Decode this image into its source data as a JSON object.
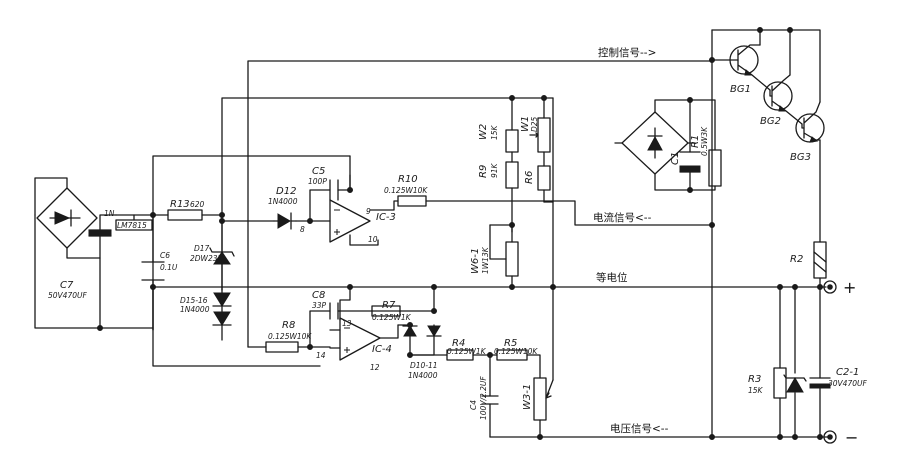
{
  "signals": {
    "control": "控制信号-->",
    "current": "电流信号<--",
    "equipotential": "等电位",
    "voltage": "电压信号<--",
    "plus": "+",
    "minus": "−"
  },
  "components": {
    "r13": "R13",
    "r13_val": "620",
    "ln": "1N",
    "ln_val": "LM7815",
    "c7": "C7",
    "c7_val": "50V470UF",
    "c6": "C6",
    "c6_val": "0.1U",
    "d17": "D17",
    "d17_val": "2DW232",
    "d15": "D15-16",
    "d15_val": "1N4000",
    "d12": "D12",
    "d12_val": "1N4000",
    "c5": "C5",
    "c5_val": "100P",
    "r10": "R10",
    "r10_val": "0.125W10K",
    "ic3": "IC-3",
    "ic3_p8": "8",
    "ic3_p9": "9",
    "ic3_p10": "10",
    "w2": "W2",
    "w2_val": "15K",
    "w1": "W1",
    "w1_val": "D25",
    "r9": "R9",
    "r9_val": "91K",
    "r6": "R6",
    "w6": "W6-1",
    "w6_val": "1W13K",
    "c8": "C8",
    "c8_val": "33P",
    "r7": "R7",
    "r7_val": "0.125W1K",
    "r8": "R8",
    "r8_val": "0.125W10K",
    "ic4": "IC-4",
    "ic4_p13": "13",
    "ic4_p14": "14",
    "ic4_p12": "12",
    "d10": "D10-11",
    "d10_val": "1N4000",
    "r4": "R4",
    "r4_val": "0.125W1K",
    "r5": "R5",
    "r5_val": "0.125W10K",
    "c4": "C4",
    "c4_val": "100V/2.2UF",
    "w3": "W3-1",
    "bg1": "BG1",
    "bg2": "BG2",
    "bg3": "BG3",
    "c1": "C1",
    "r1": "R1",
    "r1_val": "0.5W3K",
    "r2": "R2",
    "r3": "R3",
    "r3_val": "15K",
    "c2": "C2-1",
    "c2_val": "30V470UF"
  }
}
